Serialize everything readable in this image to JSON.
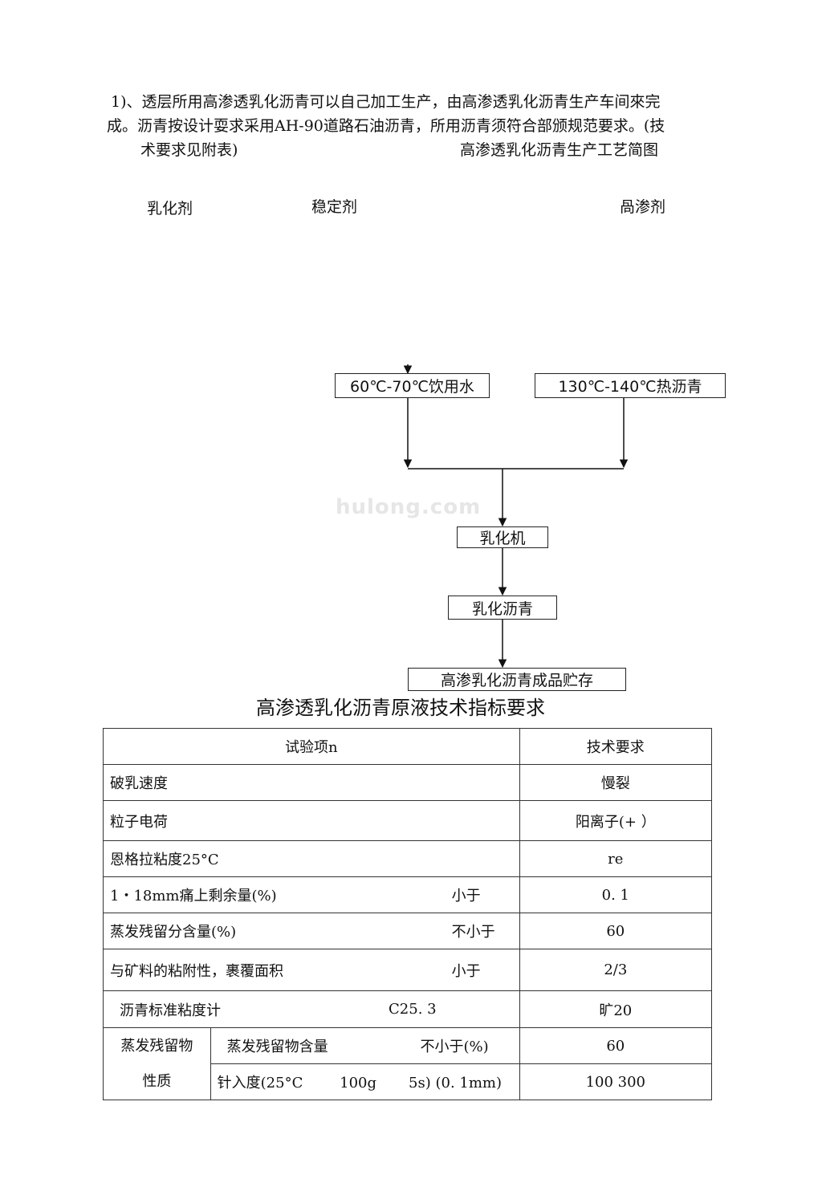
{
  "paragraph": {
    "line1": "1)、透层所用高渗透乳化沥青可以自己加工生产，由高渗透乳化沥青生产车间來完",
    "line2": "成。沥青按设计耍求采用AH-90道路石油沥青，所用沥青须符合部颁规范要求。(技",
    "line3": "术要求见附表)",
    "line3_right": "高渗透乳化沥青生产工艺简图"
  },
  "flow": {
    "inputs": [
      "乳化剂",
      "稳定剂",
      "咼渗剂"
    ],
    "water_box": "60℃-70℃饮用水",
    "asphalt_box": "130℃-140℃热沥青",
    "mill_box": "乳化机",
    "emulsion_box": "乳化沥青",
    "storage_box": "高渗乳化沥青成品贮存",
    "watermark": "hulong.com"
  },
  "table": {
    "title": "高渗透乳化沥青原液技术指标要求",
    "header": {
      "item": "试验项n",
      "req": "技术要求"
    },
    "rows": [
      {
        "item": "破乳速度",
        "cond": "",
        "req": "慢裂"
      },
      {
        "item": "粒子电荷",
        "cond": "",
        "req": "阳离子(+ ）"
      },
      {
        "item": "恩格拉粘度25°C",
        "cond": "",
        "req": "re"
      },
      {
        "item": "1・18mm痛上剩余量(%)",
        "cond": "小于",
        "req": "0. 1"
      },
      {
        "item": "蒸发残留分含量(%)",
        "cond": "不小于",
        "req": "60"
      },
      {
        "item": "与矿料的粘附性，裹覆面积",
        "cond": "小于",
        "req": "2/3"
      },
      {
        "item": "沥青标准粘度计",
        "cond": "C25. 3",
        "req": "旷20"
      }
    ],
    "residue": {
      "group_line1": "蒸发残留物",
      "group_line2": "性质",
      "sub1_item": "蒸发残留物含量",
      "sub1_cond": "不小于(%)",
      "sub1_req": "60",
      "sub2_item": "针入度(25°C        100g       5s) (0. 1mm)",
      "sub2_req": "100 300"
    }
  }
}
